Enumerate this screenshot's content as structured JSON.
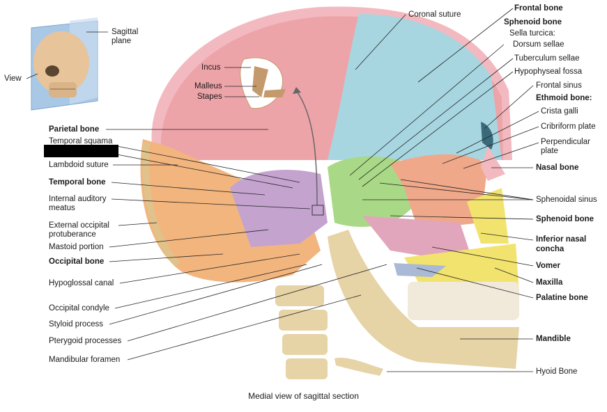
{
  "inset": {
    "plane_label": "Sagittal\nplane",
    "view_label": "View"
  },
  "left_labels": [
    {
      "text": "Parietal bone",
      "bold": true
    },
    {
      "text": "Temporal squama",
      "bold": false
    },
    {
      "text": "Lambdoid suture",
      "bold": false
    },
    {
      "text": "Temporal bone",
      "bold": true
    },
    {
      "text": "Internal auditory",
      "bold": false
    },
    {
      "text": "meatus",
      "bold": false
    },
    {
      "text": "External occipital",
      "bold": false
    },
    {
      "text": "protuberance",
      "bold": false
    },
    {
      "text": "Mastoid portion",
      "bold": false
    },
    {
      "text": "Occipital bone",
      "bold": true
    },
    {
      "text": "Hypoglossal canal",
      "bold": false
    },
    {
      "text": "Occipital condyle",
      "bold": false
    },
    {
      "text": "Styloid process",
      "bold": false
    },
    {
      "text": "Pterygoid processes",
      "bold": false
    },
    {
      "text": "Mandibular foramen",
      "bold": false
    }
  ],
  "ear_labels": [
    {
      "text": "Incus"
    },
    {
      "text": "Malleus"
    },
    {
      "text": "Stapes"
    }
  ],
  "top_labels": [
    {
      "text": "Coronal suture",
      "bold": false
    }
  ],
  "right_labels": [
    {
      "text": "Frontal bone",
      "bold": true
    },
    {
      "text": "Sphenoid bone",
      "bold": true
    },
    {
      "text": "Sella turcica:",
      "bold": false
    },
    {
      "text": "Dorsum sellae",
      "bold": false
    },
    {
      "text": "Tuberculum sellae",
      "bold": false
    },
    {
      "text": "Hypophyseal fossa",
      "bold": false
    },
    {
      "text": "Frontal sinus",
      "bold": false
    },
    {
      "text": "Ethmoid bone:",
      "bold": true
    },
    {
      "text": "Crista galli",
      "bold": false
    },
    {
      "text": "Cribriform plate",
      "bold": false
    },
    {
      "text": "Perpendicular",
      "bold": false
    },
    {
      "text": "plate",
      "bold": false
    },
    {
      "text": "Nasal bone",
      "bold": true
    },
    {
      "text": "Sphenoidal sinus",
      "bold": false
    },
    {
      "text": "Sphenoid bone",
      "bold": true
    },
    {
      "text": "Inferior nasal",
      "bold": true
    },
    {
      "text": "concha",
      "bold": true
    },
    {
      "text": "Vomer",
      "bold": true
    },
    {
      "text": "Maxilla",
      "bold": true
    },
    {
      "text": "Palatine bone",
      "bold": true
    },
    {
      "text": "Mandible",
      "bold": true
    },
    {
      "text": "Hyoid Bone",
      "bold": false
    }
  ],
  "caption": "Medial view of sagittal section",
  "colors": {
    "parietal": "#eda4a8",
    "frontal": "#a7d6e0",
    "temporal": "#c4a4cf",
    "occipital": "#f3b57e",
    "sphenoid": "#a9d986",
    "ethmoid": "#f0a88a",
    "vomer": "#e2a6bc",
    "maxilla": "#f2e36e",
    "palatine": "#a9b9d6",
    "mandible": "#e6d3a6",
    "teeth": "#f1eadb",
    "scalp": "#f3b9c0",
    "nasal": "#f3b9c0"
  }
}
